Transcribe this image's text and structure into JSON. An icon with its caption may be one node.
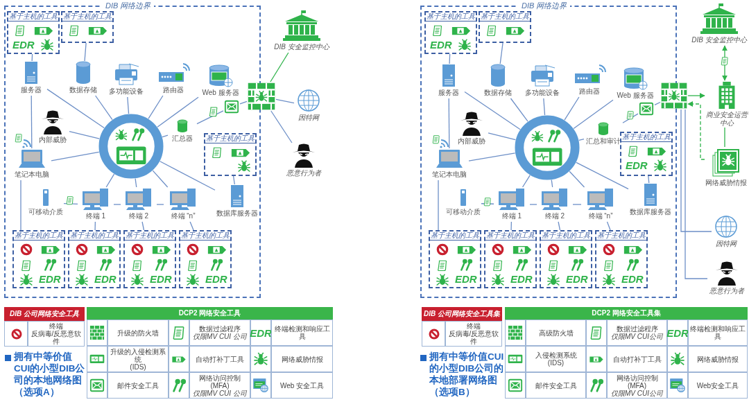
{
  "diagram": {
    "nodes": [
      {
        "text": [
          "DIB 网络边界"
        ]
      },
      {
        "text": [
          "基于主机的工具",
          "EDR"
        ],
        "in": 0
      },
      {
        "text": [
          "基于主机的工具"
        ],
        "in": 0
      },
      {
        "text": [
          "服务器"
        ],
        "in": 0
      },
      {
        "text": [
          "数据存储"
        ],
        "in": 0
      },
      {
        "text": [
          "多功能设备"
        ],
        "in": 0
      },
      {
        "text": [
          "路由器"
        ],
        "in": 0
      },
      {
        "text": [
          "Web 服务器"
        ],
        "in": 0
      },
      {
        "text": [
          "内部威胁"
        ],
        "in": 0
      },
      {
        "text": [
          "笔记本电脑"
        ],
        "in": 0
      },
      {
        "text": [],
        "shape": "circle",
        "in": 0
      },
      {
        "text": [
          "汇总器"
        ],
        "in": 0
      },
      {
        "text": [],
        "shape": "picture",
        "in": 0
      },
      {
        "text": [
          "基于主机的工具"
        ],
        "in": 0
      },
      {
        "text": [
          "可移动介质"
        ],
        "in": 0
      },
      {
        "text": [
          "终端 1"
        ],
        "in": 0
      },
      {
        "text": [
          "终端 2"
        ],
        "in": 0
      },
      {
        "text": [
          "终端 “n”"
        ],
        "in": 0
      },
      {
        "text": [
          "数据库服务器"
        ],
        "in": 0
      },
      {
        "text": [
          "基于主机的工具",
          "EDR"
        ],
        "in": 0
      },
      {
        "text": [
          "基于主机的工具",
          "EDR"
        ],
        "in": 0
      },
      {
        "text": [
          "基于主机的工具",
          "EDR"
        ],
        "in": 0
      },
      {
        "text": [
          "基于主机的工具",
          "EDR"
        ],
        "in": 0
      },
      {
        "text": [],
        "shape": "picture"
      },
      {
        "text": [
          "DIB 安全监控中心"
        ]
      },
      {
        "text": [
          "因特网"
        ]
      },
      {
        "text": [
          "恶意行为者"
        ]
      },
      {
        "text": [
          "DIB 网络边界"
        ]
      },
      {
        "text": [
          "基于主机的工具",
          "EDR"
        ],
        "in": 27
      },
      {
        "text": [
          "基于主机的工具"
        ],
        "in": 27
      },
      {
        "text": [
          "服务器"
        ],
        "in": 27
      },
      {
        "text": [
          "数据存储"
        ],
        "in": 27
      },
      {
        "text": [
          "多功能设备"
        ],
        "in": 27
      },
      {
        "text": [
          "路由器"
        ],
        "in": 27
      },
      {
        "text": [
          "Web 服务器"
        ],
        "in": 27
      },
      {
        "text": [
          "内部威胁"
        ],
        "in": 27
      },
      {
        "text": [
          "笔记本电脑"
        ],
        "in": 27
      },
      {
        "text": [],
        "shape": "circle",
        "in": 27
      },
      {
        "text": [
          "汇总和审计"
        ],
        "in": 27
      },
      {
        "text": [],
        "shape": "picture",
        "in": 27
      },
      {
        "text": [
          "基于主机的工具",
          "EDR"
        ],
        "in": 27
      },
      {
        "text": [
          "可移动介质"
        ],
        "in": 27
      },
      {
        "text": [
          "终端 1"
        ],
        "in": 27
      },
      {
        "text": [
          "终端 2"
        ],
        "in": 27
      },
      {
        "text": [
          "终端 “n”"
        ],
        "in": 27
      },
      {
        "text": [
          "数据库服务器"
        ],
        "in": 27
      },
      {
        "text": [
          "基于主机的工具",
          "EDR"
        ],
        "in": 27
      },
      {
        "text": [
          "基于主机的工具",
          "EDR"
        ],
        "in": 27
      },
      {
        "text": [
          "基于主机的工具",
          "EDR"
        ],
        "in": 27
      },
      {
        "text": [
          "基于主机的工具",
          "EDR"
        ],
        "in": 27
      },
      {
        "text": [],
        "shape": "picture"
      },
      {
        "text": [
          "DIB 安全监控中心"
        ]
      },
      {
        "text": [
          "商业安全运营中心"
        ]
      },
      {
        "text": [
          "网络威胁情报"
        ]
      },
      {
        "text": [
          "因特网"
        ]
      },
      {
        "text": [
          "恶意行为者"
        ]
      }
    ],
    "edges": [
      {
        "from": 1,
        "to": 3,
        "arrow": "none"
      },
      {
        "from": 2,
        "to": 4,
        "arrow": "none"
      },
      {
        "from": 3,
        "to": 10,
        "arrow": "none"
      },
      {
        "from": 4,
        "to": 10,
        "arrow": "none"
      },
      {
        "from": 5,
        "to": 10,
        "arrow": "none"
      },
      {
        "from": 6,
        "to": 10,
        "arrow": "none"
      },
      {
        "from": 7,
        "to": 10,
        "arrow": "none"
      },
      {
        "from": 8,
        "to": 10,
        "arrow": "none"
      },
      {
        "from": 9,
        "to": 10,
        "arrow": "none"
      },
      {
        "from": 10,
        "to": 11,
        "arrow": "none"
      },
      {
        "from": 11,
        "to": 12,
        "arrow": "none"
      },
      {
        "from": 12,
        "to": 23,
        "arrow": "none"
      },
      {
        "from": 10,
        "to": 15,
        "arrow": "none"
      },
      {
        "from": 10,
        "to": 16,
        "arrow": "none"
      },
      {
        "from": 10,
        "to": 17,
        "arrow": "none"
      },
      {
        "from": 10,
        "to": 18,
        "arrow": "none"
      },
      {
        "from": 14,
        "to": 15,
        "arrow": "none"
      },
      {
        "from": 15,
        "to": 16,
        "arrow": "none"
      },
      {
        "from": 16,
        "to": 17,
        "arrow": "none"
      },
      {
        "from": 3,
        "to": 9,
        "arrow": "none"
      },
      {
        "from": 9,
        "to": 19,
        "arrow": "none"
      },
      {
        "from": 15,
        "to": 20,
        "arrow": "none"
      },
      {
        "from": 16,
        "to": 21,
        "arrow": "none"
      },
      {
        "from": 17,
        "to": 22,
        "arrow": "none"
      },
      {
        "from": 13,
        "to": 18,
        "arrow": "none"
      },
      {
        "from": 23,
        "to": 24,
        "arrow": "none",
        "color": "#2fb34b"
      },
      {
        "from": 23,
        "to": 25,
        "arrow": "none"
      },
      {
        "from": 23,
        "to": 26,
        "arrow": "none"
      },
      {
        "from": 28,
        "to": 30,
        "arrow": "none"
      },
      {
        "from": 29,
        "to": 31,
        "arrow": "none"
      },
      {
        "from": 30,
        "to": 37,
        "arrow": "none"
      },
      {
        "from": 31,
        "to": 37,
        "arrow": "none"
      },
      {
        "from": 32,
        "to": 37,
        "arrow": "none"
      },
      {
        "from": 33,
        "to": 37,
        "arrow": "none"
      },
      {
        "from": 34,
        "to": 37,
        "arrow": "none"
      },
      {
        "from": 35,
        "to": 37,
        "arrow": "none"
      },
      {
        "from": 36,
        "to": 37,
        "arrow": "none"
      },
      {
        "from": 37,
        "to": 38,
        "arrow": "none"
      },
      {
        "from": 38,
        "to": 39,
        "arrow": "none"
      },
      {
        "from": 39,
        "to": 50,
        "arrow": "none"
      },
      {
        "from": 37,
        "to": 42,
        "arrow": "none"
      },
      {
        "from": 37,
        "to": 43,
        "arrow": "none"
      },
      {
        "from": 37,
        "to": 44,
        "arrow": "none"
      },
      {
        "from": 37,
        "to": 45,
        "arrow": "none"
      },
      {
        "from": 41,
        "to": 42,
        "arrow": "none"
      },
      {
        "from": 42,
        "to": 43,
        "arrow": "none"
      },
      {
        "from": 43,
        "to": 44,
        "arrow": "none"
      },
      {
        "from": 30,
        "to": 36,
        "arrow": "none"
      },
      {
        "from": 36,
        "to": 46,
        "arrow": "none"
      },
      {
        "from": 42,
        "to": 47,
        "arrow": "none"
      },
      {
        "from": 43,
        "to": 48,
        "arrow": "none"
      },
      {
        "from": 44,
        "to": 49,
        "arrow": "none"
      },
      {
        "from": 40,
        "to": 45,
        "arrow": "none"
      },
      {
        "from": 50,
        "to": 52,
        "arrow": "to",
        "color": "#2fb34b"
      },
      {
        "from": 53,
        "to": 50,
        "arrow": "to",
        "style": "dashed",
        "color": "#2fb34b"
      },
      {
        "from": 51,
        "to": 52,
        "arrow": "both",
        "color": "#2fb34b"
      },
      {
        "from": 52,
        "to": 53,
        "arrow": "none",
        "color": "#2fb34b"
      },
      {
        "from": 50,
        "to": 54,
        "arrow": "none"
      },
      {
        "from": 50,
        "to": 55,
        "arrow": "none"
      }
    ],
    "labels": [
      "DIB 公司网络安全工具",
      "终端",
      "反病毒/反恶意软件",
      "DCP2 网络安全工具",
      "升级的防火墙",
      "数据过滤程序",
      "仅限MV CUI 公司",
      "EDR",
      "终端检测和响应工具",
      "升级的入侵检测系统",
      "(IDS)",
      "自动打补丁工具",
      "网络威胁情报",
      "邮件安全工具",
      "网络访问控制(MFA)",
      "仅限MV CUI 公司",
      "Web 安全工具",
      "拥有中等价值CUI的小型DIB公司的本地网络图（选项A）",
      "DIB 公司网络安全工具集",
      "终端",
      "反病毒/反恶意软件",
      "DCP2 网络安全工具集",
      "高级防火墙",
      "数据过滤程序",
      "仅限MV CUI公司",
      "EDR",
      "终端检测和响应工具",
      "入侵检测系统",
      "(IDS)",
      "自动打补丁工具",
      "网络威胁情报",
      "邮件安全工具",
      "网络访问控制(MFA)",
      "仅限MV CUI公司",
      "Web安全工具",
      "拥有中等价值CUI的小型DIB公司的本地部署网络图（选项B）"
    ]
  }
}
